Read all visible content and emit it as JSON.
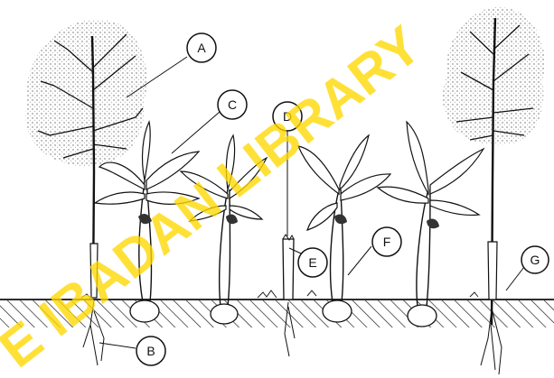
{
  "labels": {
    "A": "A",
    "B": "B",
    "C": "C",
    "D": "D",
    "E": "E",
    "F": "F",
    "G": "G"
  },
  "watermark": "E IBADAN LIBRARY",
  "colors": {
    "ink": "#111111",
    "watermark": "#ffd800",
    "canopy_stipple": "#555555"
  }
}
